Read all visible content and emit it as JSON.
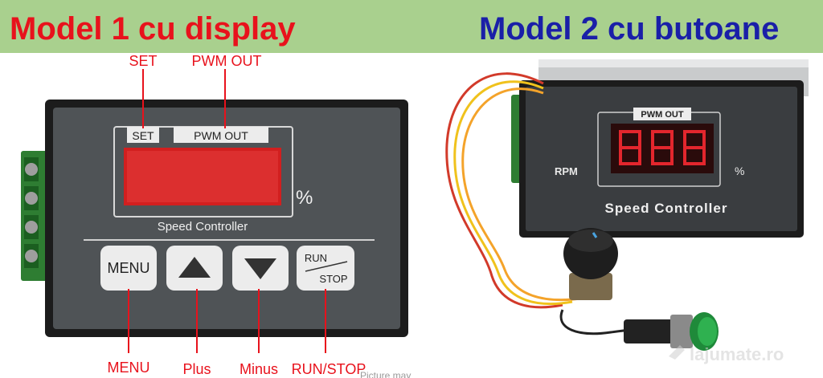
{
  "header": {
    "left_title": "Model 1 cu display",
    "right_title": "Model 2 cu butoane",
    "left_color": "#e8121c",
    "right_color": "#1a1fa8",
    "bg_color": "#a9d08e"
  },
  "model1": {
    "callouts": {
      "set": "SET",
      "pwm_out": "PWM OUT",
      "menu": "MENU",
      "plus": "Plus",
      "minus": "Minus",
      "run_stop": "RUN/STOP"
    },
    "panel": {
      "set_label": "SET",
      "pwm_label": "PWM OUT",
      "percent": "%",
      "title": "Speed Controller",
      "menu_button": "MENU",
      "run_label": "RUN",
      "stop_label": "STOP"
    },
    "callout_color": "#e8121c"
  },
  "model2": {
    "pwm_label": "PWM OUT",
    "rpm_label": "RPM",
    "percent": "%",
    "title": "Speed Controller"
  },
  "footer": {
    "partial_text": "Picture may",
    "watermark": "lajumate.ro"
  }
}
